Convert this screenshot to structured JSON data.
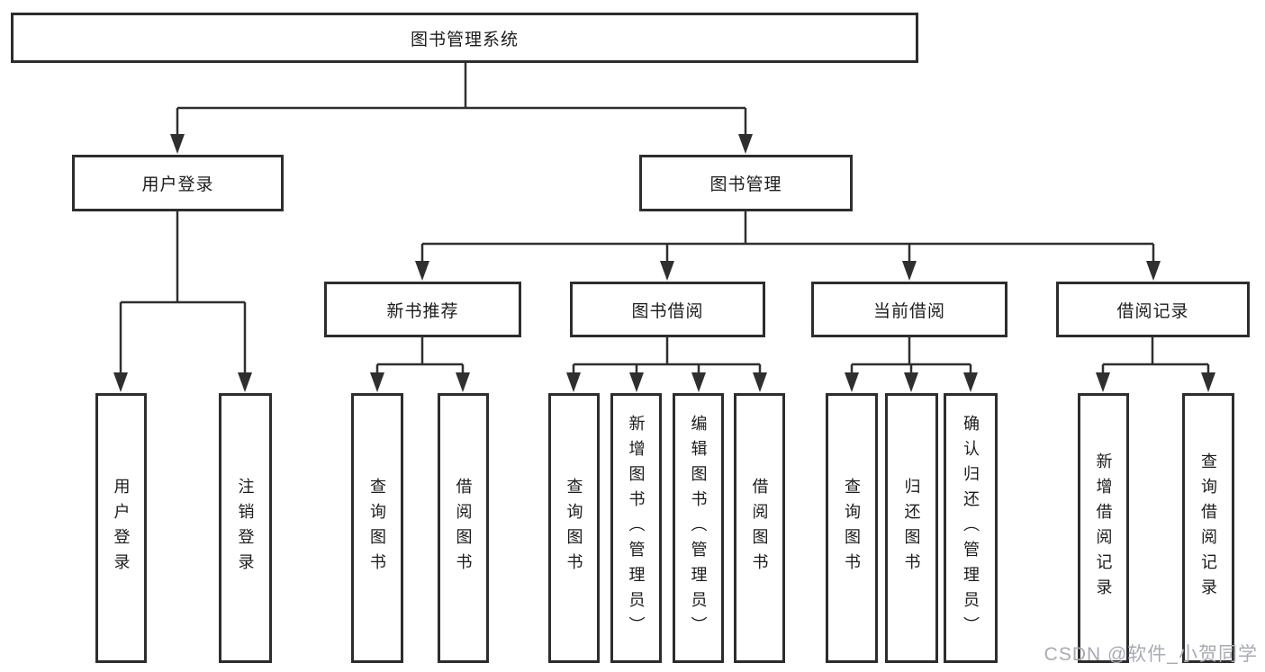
{
  "diagram": {
    "root": {
      "label": "图书管理系统"
    },
    "branches": [
      {
        "label": "用户登录"
      },
      {
        "label": "图书管理"
      }
    ],
    "modules": [
      {
        "label": "新书推荐"
      },
      {
        "label": "图书借阅"
      },
      {
        "label": "当前借阅"
      },
      {
        "label": "借阅记录"
      }
    ],
    "leaves": [
      {
        "label": "用户登录"
      },
      {
        "label": "注销登录"
      },
      {
        "label": "查询图书"
      },
      {
        "label": "借阅图书"
      },
      {
        "label": "查询图书"
      },
      {
        "label": "新增图书（管理员）"
      },
      {
        "label": "编辑图书（管理员）"
      },
      {
        "label": "借阅图书"
      },
      {
        "label": "查询图书"
      },
      {
        "label": "归还图书"
      },
      {
        "label": "确认归还（管理员）"
      },
      {
        "label": "新增借阅记录"
      },
      {
        "label": "查询借阅记录"
      }
    ]
  },
  "watermark": {
    "text": "CSDN @软件_小贺同学"
  },
  "colors": {
    "line": "#2f2f2f",
    "box_border": "#2d2d2d",
    "text": "#1c1c1c",
    "watermark_text": "#a7abb3",
    "background": "#ffffff"
  }
}
